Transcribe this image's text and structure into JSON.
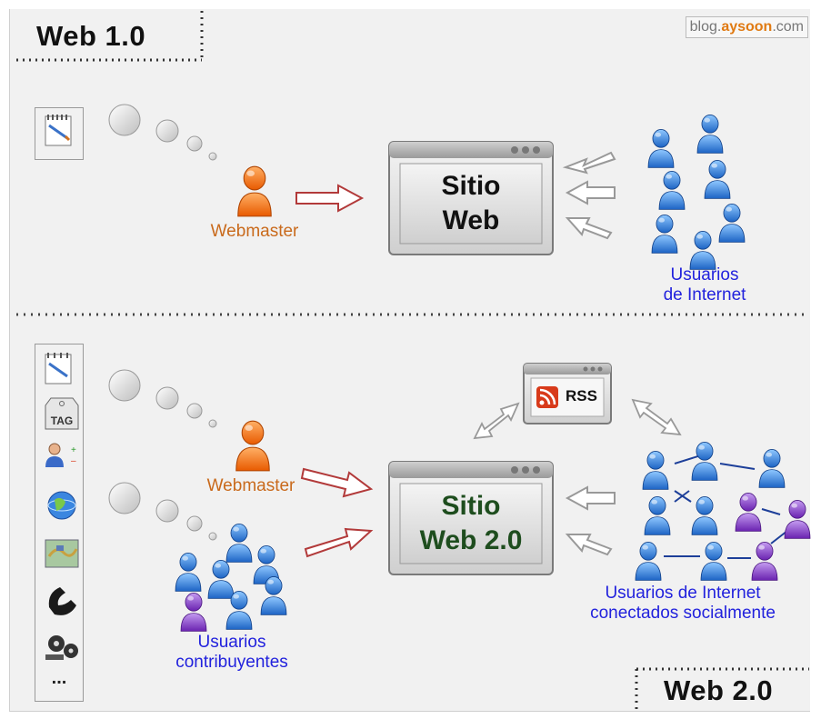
{
  "watermark": {
    "prefix": "blog.",
    "brand": "aysoon",
    "suffix": ".com"
  },
  "web1": {
    "label": "Web 1.0",
    "site_line1": "Sitio",
    "site_line2": "Web",
    "webmaster": "Webmaster",
    "users_line1": "Usuarios",
    "users_line2": "de Internet"
  },
  "web2": {
    "label": "Web 2.0",
    "site_line1": "Sitio",
    "site_line2": "Web 2.0",
    "webmaster": "Webmaster",
    "contrib_line1": "Usuarios",
    "contrib_line2": "contribuyentes",
    "social_line1": "Usuarios de Internet",
    "social_line2": "conectados socialmente",
    "rss": "RSS",
    "tag": "TAG",
    "more": "..."
  },
  "icons": [
    "notepad-icon",
    "tag-icon",
    "contacts-icon",
    "earth-browser-icon",
    "map-icon",
    "phone-icon",
    "film-reel-icon"
  ],
  "colors": {
    "webmaster": "#ff7a1a",
    "user_blue": "#2a7fd8",
    "user_purple": "#8a3fc8",
    "caption_blue": "#2222dd",
    "caption_orange": "#c96a1c",
    "site2_text": "#1e4d1e",
    "arrow_red": "#b23a3a"
  }
}
